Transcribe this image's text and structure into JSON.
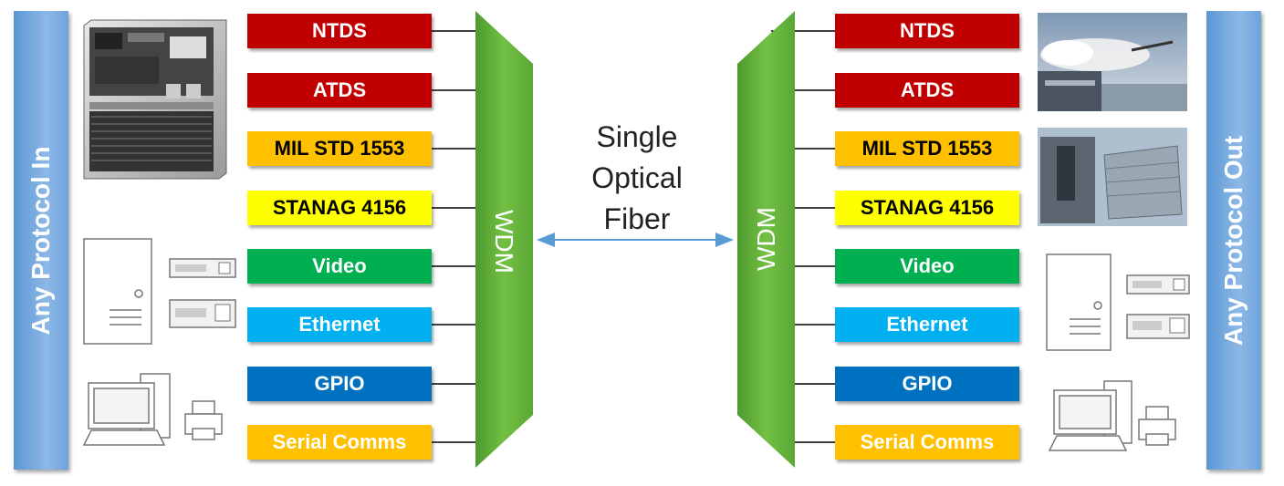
{
  "left_bar": {
    "label": "Any Protocol In"
  },
  "right_bar": {
    "label": "Any Protocol Out"
  },
  "wdm_left": {
    "label": "WDM"
  },
  "wdm_right": {
    "label": "WDM"
  },
  "fiber": {
    "line1": "Single",
    "line2": "Optical",
    "line3": "Fiber"
  },
  "protocols": [
    {
      "label": "NTDS",
      "bg": "#c00000",
      "fg": "#ffffff"
    },
    {
      "label": "ATDS",
      "bg": "#c00000",
      "fg": "#ffffff"
    },
    {
      "label": "MIL STD 1553",
      "bg": "#ffc000",
      "fg": "#000000"
    },
    {
      "label": "STANAG 4156",
      "bg": "#ffff00",
      "fg": "#000000"
    },
    {
      "label": "Video",
      "bg": "#00b050",
      "fg": "#ffffff"
    },
    {
      "label": "Ethernet",
      "bg": "#00b0f0",
      "fg": "#ffffff"
    },
    {
      "label": "GPIO",
      "bg": "#0070c0",
      "fg": "#ffffff"
    },
    {
      "label": "Serial Comms",
      "bg": "#ffc000",
      "fg": "#ffffff"
    }
  ],
  "colors": {
    "wdm": "#5fae3a",
    "side_bar": "#6fa3dc",
    "fiber_arrow": "#5b9bd5"
  },
  "icons": {
    "left": [
      "equipment-rack-photo",
      "server-tower-icon",
      "network-switch-icon",
      "desktop-computer-icon",
      "printer-icon"
    ],
    "right": [
      "missile-launch-photo",
      "ship-radar-photo",
      "server-tower-icon",
      "network-switch-icon",
      "desktop-computer-icon",
      "printer-icon"
    ]
  }
}
